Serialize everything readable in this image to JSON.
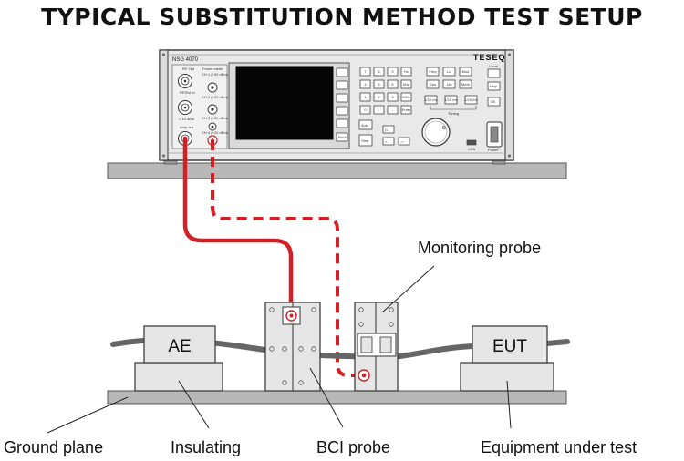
{
  "title": "TYPICAL SUBSTITUTION METHOD TEST SETUP",
  "instrument": {
    "model": "NSG 4070",
    "brand": "TESEQ",
    "port_labels": {
      "rf_out": "RF Out",
      "rf_in": "RF/Ext In",
      "freq": "< 10 dBm",
      "power_meter": "Power meter",
      "ch1": "CH 1 (+20 dBm)",
      "ch2": "CH 2 (+20 dBm)",
      "ch3": "CH 3 (+20 dBm)",
      "ch4": "CH 4 (+20 dBm)",
      "amp_out": "Amp out"
    },
    "keypad": [
      "7",
      "8",
      "9",
      "Hz",
      "4",
      "5",
      "6",
      "kHz",
      "1",
      "2",
      "3",
      "MHz",
      "0",
      ".",
      "-",
      "Enter"
    ],
    "func_keys": [
      "Freq",
      "Lvl",
      "Mod",
      "Sys",
      "Util",
      "Mem"
    ],
    "tuning_keys": [
      "1/10 ms",
      "1/10 ms",
      "1/10 ms"
    ],
    "tuning_label": "Tuning",
    "local_key": "Local",
    "help_key": "Help",
    "ok_key": "Ok",
    "back_key": "Back",
    "auto_key": "Auto",
    "step_key": "Step",
    "usb_label": "USB",
    "power_label": "Power",
    "nav_keys": [
      "|<-",
      "<-",
      "->"
    ]
  },
  "devices": {
    "ae": "AE",
    "eut": "EUT"
  },
  "labels": {
    "monitoring_probe": "Monitoring probe",
    "ground_plane": "Ground plane",
    "insulating": "Insulating",
    "bci_probe": "BCI probe",
    "equipment_under_test": "Equipment under test"
  },
  "colors": {
    "cable": "#d32027",
    "device_fill": "#e6e6e6",
    "shelf_fill": "#b8b8b8",
    "outline": "#333333"
  }
}
